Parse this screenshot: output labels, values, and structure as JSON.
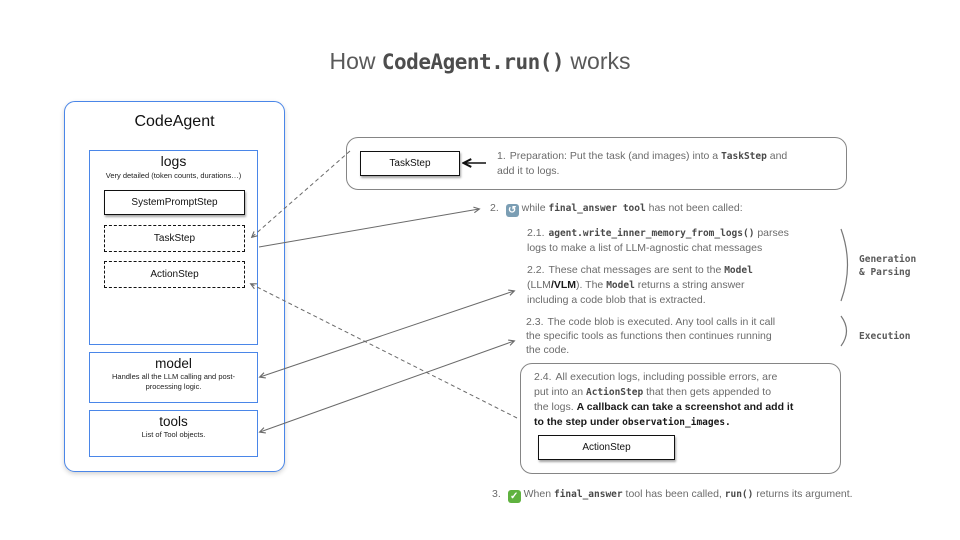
{
  "title": {
    "prefix": "How ",
    "code": "CodeAgent.run()",
    "suffix": " works"
  },
  "agent_panel": {
    "title": "CodeAgent",
    "logs": {
      "title": "logs",
      "subtitle": "Very detailed (token counts, durations…)",
      "system_prompt_step": "SystemPromptStep",
      "task_step": "TaskStep",
      "action_step": "ActionStep"
    },
    "model": {
      "title": "model",
      "subtitle": "Handles all the LLM calling and post-processing logic."
    },
    "tools": {
      "title": "tools",
      "subtitle": "List of Tool objects."
    }
  },
  "step1": {
    "box_label": "TaskStep",
    "num": "1.",
    "text_a": "Preparation: Put the task (and images) into a ",
    "code_a": "TaskStep",
    "text_b": " and",
    "line2": "add it to logs."
  },
  "step2": {
    "num": "2.",
    "text_a": "while ",
    "code_a": "final_answer tool",
    "text_b": " has not been called:"
  },
  "step21": {
    "num": "2.1.",
    "code_a": "agent.write_inner_memory_from_logs()",
    "text_a": " parses",
    "line2": "logs to make a list of LLM-agnostic chat messages"
  },
  "step22": {
    "num": "2.2.",
    "text_a": "These chat messages are sent to the ",
    "code_a": "Model",
    "line2_a": "(LLM",
    "line2_b": "/VLM",
    "line2_c": "). The ",
    "code_b": "Model",
    "line2_d": "  returns a string answer",
    "line3": "including a code blob that is extracted."
  },
  "step23": {
    "num": "2.3.",
    "line1": "The code blob is executed. Any tool calls in it call",
    "line2": "the specific tools as functions then continues running",
    "line3": "the code."
  },
  "step24": {
    "num": "2.4.",
    "line1": "All execution logs, including possible errors, are",
    "line2_a": "put into an ",
    "code_a": "ActionStep",
    "line2_b": " that then gets appended to",
    "line3_a": "the logs. ",
    "line3_b": "A callback can  take a screenshot and add it",
    "line4_a": "to the step under ",
    "code_b": "observation_images.",
    "box_label": "ActionStep"
  },
  "step3": {
    "num": "3.",
    "text_a": "When ",
    "code_a": "final_answer",
    "text_b": " tool has been called, ",
    "code_b": "run()",
    "text_c": " returns its argument."
  },
  "side_labels": {
    "generation": "Generation",
    "parsing": "& Parsing",
    "execution": "Execution"
  },
  "icons": {
    "loop_glyph": "↺",
    "check_glyph": "✓"
  },
  "colors": {
    "accent_blue": "#4a86e8",
    "body_gray": "#6b6b6b",
    "check_green": "#5fb23f",
    "loop_blue": "#7b9eb4"
  }
}
